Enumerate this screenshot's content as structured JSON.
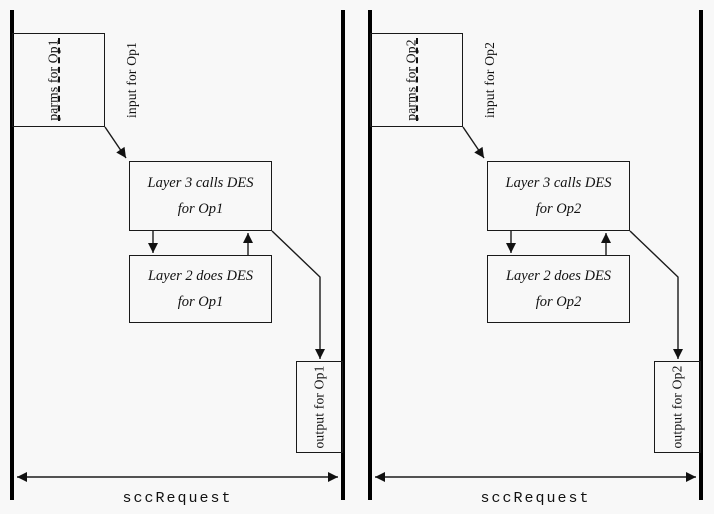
{
  "colors": {
    "background": "#f8f8f8",
    "line": "#111111"
  },
  "panels": [
    {
      "request_box": {
        "parms_label": "parms for Op1",
        "input_label": "input for Op1"
      },
      "layer3_box": {
        "line1": "Layer 3 calls DES",
        "line2": "for Op1"
      },
      "layer2_box": {
        "line1": "Layer 2 does DES",
        "line2": "for Op1"
      },
      "output_box": {
        "label": "output for Op1"
      },
      "span_label": "sccRequest"
    },
    {
      "request_box": {
        "parms_label": "parms for Op2",
        "input_label": "input for Op2"
      },
      "layer3_box": {
        "line1": "Layer 3 calls DES",
        "line2": "for Op2"
      },
      "layer2_box": {
        "line1": "Layer 2 does DES",
        "line2": "for Op2"
      },
      "output_box": {
        "label": "output for Op2"
      },
      "span_label": "sccRequest"
    }
  ]
}
